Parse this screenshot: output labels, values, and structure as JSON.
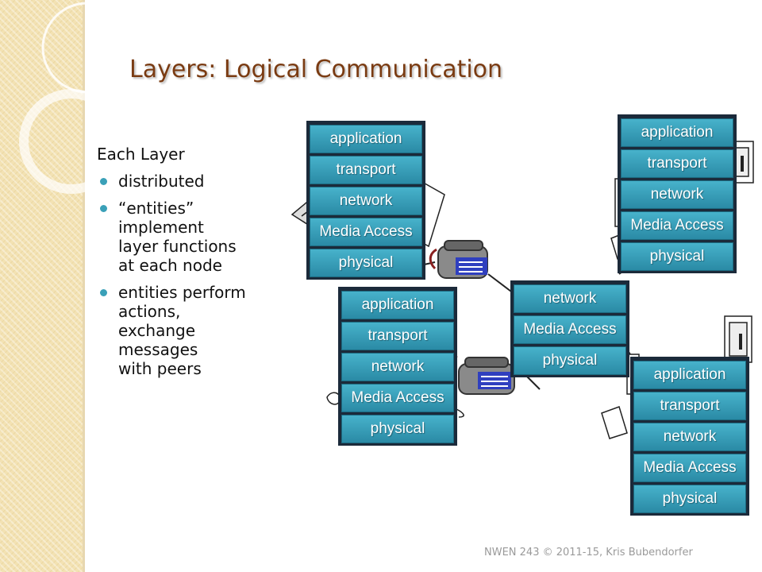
{
  "slide": {
    "title": "Layers: Logical Communication",
    "heading": "Each Layer",
    "bullets": [
      "distributed",
      "“entities”\nimplement\nlayer functions\nat each node",
      "entities perform\nactions,\nexchange\nmessages\nwith peers"
    ],
    "footer": "NWEN 243 © 2011-15, Kris Bubendorfer"
  },
  "stacks": {
    "host_a": [
      "application",
      "transport",
      "network",
      "Media Access",
      "physical"
    ],
    "host_b": [
      "application",
      "transport",
      "network",
      "Media Access",
      "physical"
    ],
    "host_c": [
      "application",
      "transport",
      "network",
      "Media Access",
      "physical"
    ],
    "host_d": [
      "application",
      "transport",
      "network",
      "Media Access",
      "physical"
    ],
    "router": [
      "network",
      "Media Access",
      "physical"
    ]
  },
  "icons": [
    "laptop-icon",
    "telephone-icon",
    "desktop-computer-icon",
    "mouse-icon"
  ],
  "colors": {
    "title": "#7a3b12",
    "bullet": "#3aa0b8",
    "layer": "#3a9fb8",
    "stack_frame": "#1b2a3a",
    "sidebar": "#f3e2b3"
  }
}
